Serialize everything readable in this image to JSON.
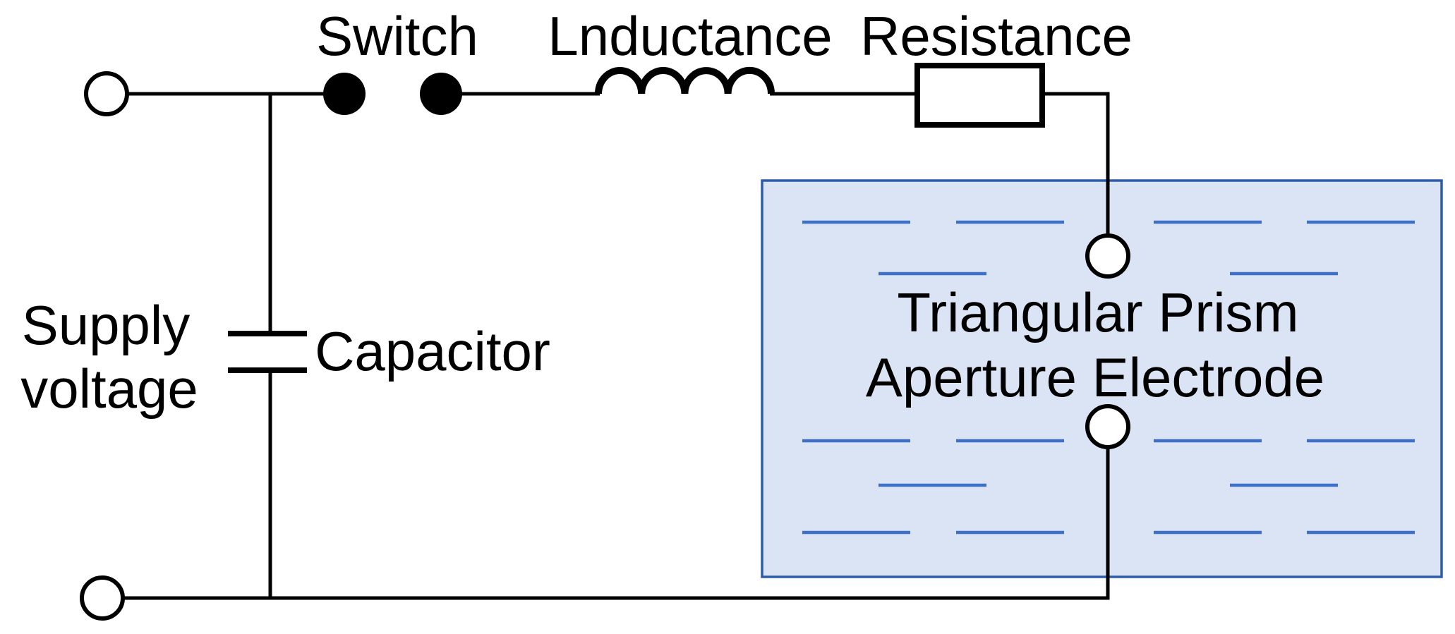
{
  "diagram": {
    "labels": {
      "switch": "Switch",
      "inductance": "Lnductance",
      "resistance": "Resistance",
      "supply_line1": "Supply",
      "supply_line2": "voltage",
      "capacitor": "Capacitor",
      "electrode_line1": "Triangular Prism",
      "electrode_line2": "Aperture Electrode"
    },
    "colors": {
      "wire": "#000000",
      "label_text": "#000000",
      "component_fill": "#ffffff",
      "tank_fill": "#dbe4f5",
      "tank_border": "#2e5da8",
      "ripple": "#3f70c8"
    }
  }
}
